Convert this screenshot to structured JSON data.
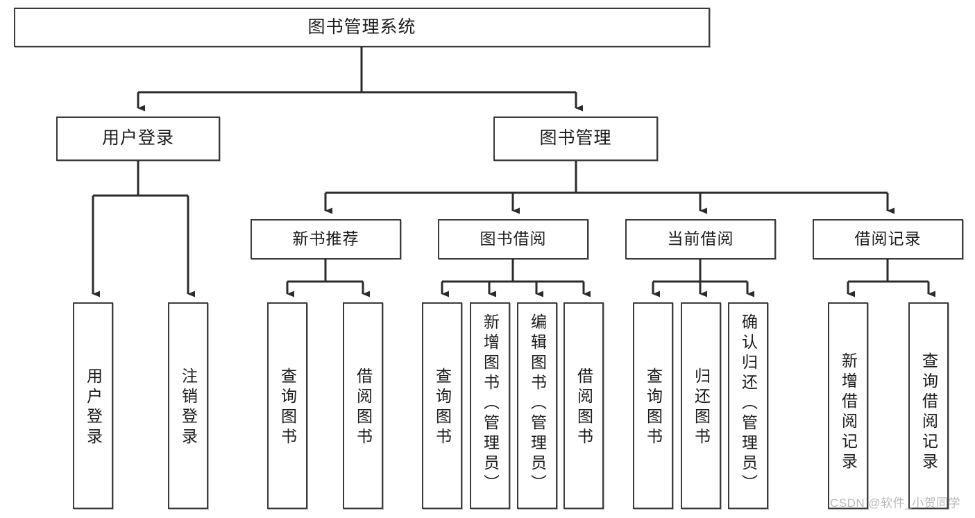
{
  "diagram": {
    "title": "图书管理系统",
    "type": "hierarchy-tree",
    "watermark": "CSDN @软件_小贺同学",
    "colors": {
      "box_border": "#3b3b3b",
      "box_fill": "#ffffff",
      "connector": "#2b2b2b",
      "text": "#1a1a1a",
      "watermark": "#b9b9b9"
    },
    "root": {
      "label": "图书管理系统"
    },
    "level1": [
      {
        "label": "用户登录"
      },
      {
        "label": "图书管理"
      }
    ],
    "level2": [
      {
        "label": "新书推荐"
      },
      {
        "label": "图书借阅"
      },
      {
        "label": "当前借阅"
      },
      {
        "label": "借阅记录"
      }
    ],
    "leaves": {
      "user_login": [
        {
          "label": "用户登录"
        },
        {
          "label": "注销登录"
        }
      ],
      "new_book": [
        {
          "label": "查询图书"
        },
        {
          "label": "借阅图书"
        }
      ],
      "book_borrow": [
        {
          "label": "查询图书"
        },
        {
          "label": "新增图书（管理员）"
        },
        {
          "label": "编辑图书（管理员）"
        },
        {
          "label": "借阅图书"
        }
      ],
      "current_borrow": [
        {
          "label": "查询图书"
        },
        {
          "label": "归还图书"
        },
        {
          "label": "确认归还（管理员）"
        }
      ],
      "borrow_record": [
        {
          "label": "新增借阅记录"
        },
        {
          "label": "查询借阅记录"
        }
      ]
    }
  }
}
